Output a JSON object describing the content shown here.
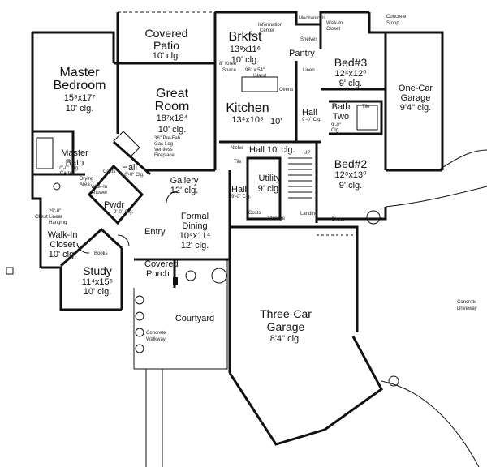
{
  "rooms": {
    "patio": {
      "name": "Covered",
      "name2": "Patio",
      "clg": "10' clg."
    },
    "breakfast": {
      "name": "Brkfst",
      "dim": "13⁸x11⁶",
      "clg": "10' clg."
    },
    "master": {
      "name": "Master",
      "name2": "Bedroom",
      "dim": "15⁸x17⁷",
      "clg": "10' clg."
    },
    "great": {
      "name": "Great",
      "name2": "Room",
      "dim": "18⁷x18⁴",
      "clg": "10' clg."
    },
    "kitchen": {
      "name": "Kitchen",
      "dim": "13⁴x10⁸",
      "clg": "10'"
    },
    "bed3": {
      "name": "Bed#3",
      "dim": "12⁴x12⁰",
      "clg": "9' clg."
    },
    "one_car": {
      "name": "One-Car",
      "name2": "Garage",
      "clg": "9'4\" clg."
    },
    "bath_two": {
      "name": "Bath",
      "name2": "Two"
    },
    "master_bath": {
      "name": "Master",
      "name2": "Bath"
    },
    "hall_mid": {
      "name": "Hall 10' clg."
    },
    "bed2": {
      "name": "Bed#2",
      "dim": "12⁸x13⁰",
      "clg": "9' clg."
    },
    "gallery": {
      "name": "Gallery",
      "clg": "12' clg."
    },
    "utility": {
      "name": "Utility",
      "clg": "9' clg."
    },
    "hall_left": {
      "name": "Hall",
      "clg": "10'-0\" Clg."
    },
    "hall_right": {
      "name": "Hall",
      "clg": "9'-0\" Clg."
    },
    "hall_bed": {
      "name": "Hall",
      "clg": "9'-0\" Clg."
    },
    "pwdr": {
      "name": "Pwdr",
      "clg": "9'-0\" Clg."
    },
    "formal": {
      "name": "Formal",
      "name2": "Dining",
      "dim": "10⁴x11⁴",
      "clg": "12' clg."
    },
    "walkin": {
      "name": "Walk-In",
      "name2": "Closet",
      "clg": "10' clg."
    },
    "entry": {
      "name": "Entry"
    },
    "study": {
      "name": "Study",
      "dim": "11⁴x15⁶",
      "clg": "10' clg."
    },
    "porch": {
      "name": "Covered",
      "name2": "Porch"
    },
    "courtyard": {
      "name": "Courtyard"
    },
    "three_car": {
      "name": "Three-Car",
      "name2": "Garage",
      "clg": "8'4\" clg."
    }
  },
  "notes": {
    "information_center": "Information",
    "information_center2": "Center",
    "shelves": "Shelves",
    "pantry": "Pantry",
    "mechanical": "Mechanicals",
    "walkin_closet": "Walk-In",
    "walkin_closet2": "Closet",
    "concrete_stoop": "Concrete",
    "concrete_stoop2": "Stoop",
    "knee_space": "8\" Knee",
    "knee_space2": "Space",
    "island": "96\" x 54\"",
    "island2": "Island",
    "ovens": "Ovens",
    "linen": "Linen",
    "tile_bath": "Tile",
    "bath_clg": "9'-0\"",
    "bath_clg2": "Clg.",
    "fireplace": "36\" Pre-Fab",
    "fireplace2": "Gas-Log",
    "fireplace3": "Ventless",
    "fireplace4": "Fireplace",
    "niche": "Niche",
    "tile_hall": "Tile",
    "up": "UP",
    "costs": "Costs",
    "storage": "Storage",
    "landing": "Landing",
    "chest": "Chest",
    "mb_clg": "10'-0\" Clg.",
    "mb_carpet": "Carpet",
    "drying_area": "Drying",
    "drying_area2": "Area",
    "walkin_shower": "Walk-In",
    "walkin_shower2": "Shower",
    "linear_hanging": "29'-0\"",
    "linear_hanging2": "Linear",
    "linear_hanging3": "Hanging",
    "chest_left": "Chest",
    "books": "Books",
    "concrete_walkway": "Concrete",
    "concrete_walkway2": "Walkway",
    "concrete_driveway": "Concrete",
    "concrete_driveway2": "Driveway",
    "costs_left": "Costs"
  }
}
